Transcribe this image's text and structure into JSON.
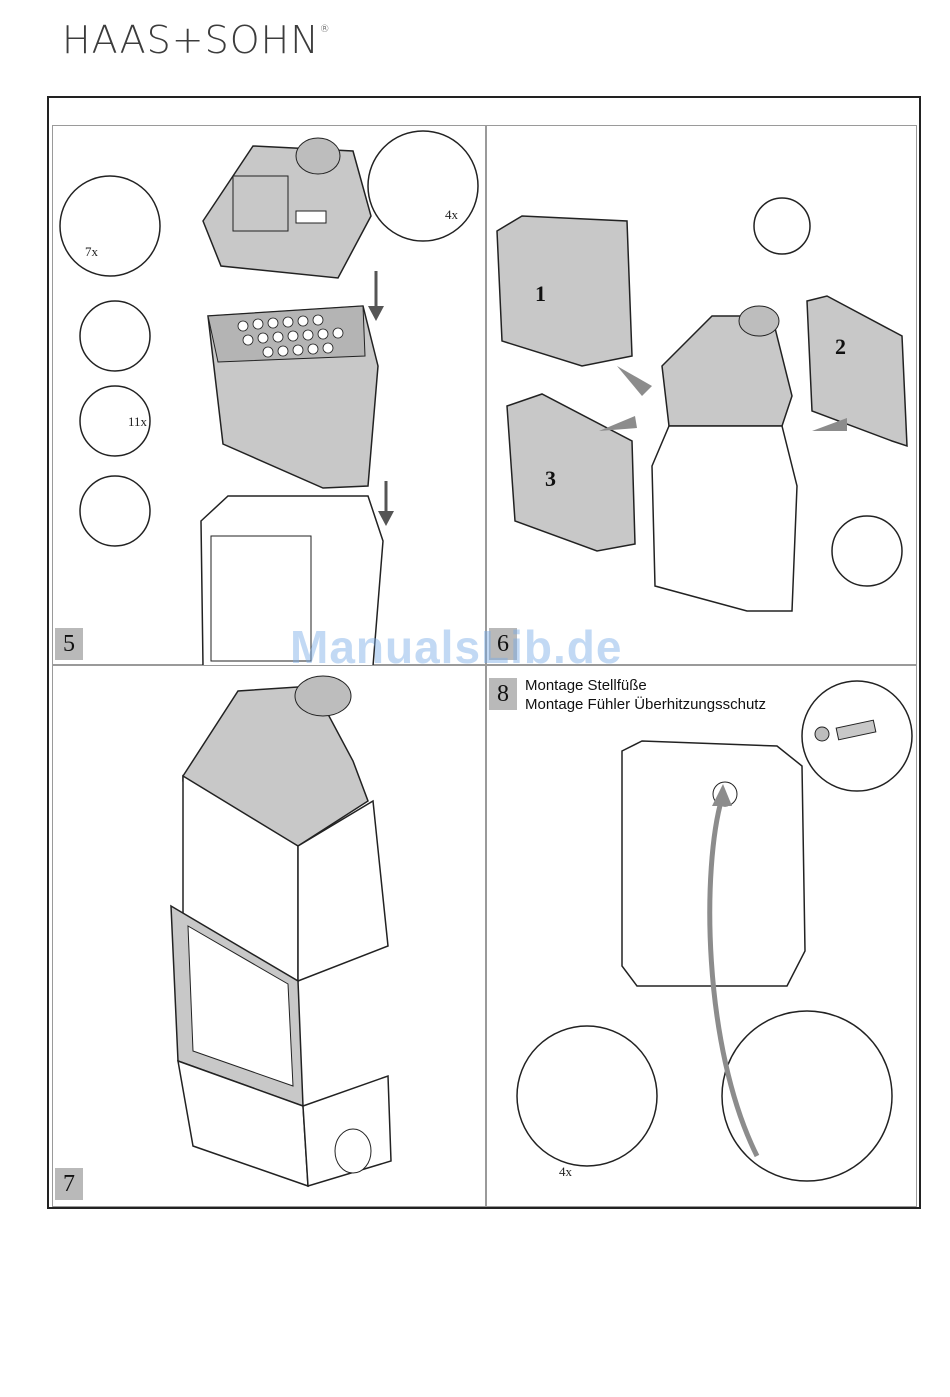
{
  "header": {
    "brand": "HAAS+SOHN",
    "registered": "®"
  },
  "panels": [
    {
      "number": "5",
      "callouts": [
        "7x",
        "11x",
        "4x"
      ]
    },
    {
      "number": "6",
      "parts": [
        "1",
        "2",
        "3"
      ]
    },
    {
      "number": "7"
    },
    {
      "number": "8",
      "caption_line1": "Montage Stellfüße",
      "caption_line2": "Montage Fühler Überhitzungsschutz",
      "callouts": [
        "4x"
      ]
    }
  ],
  "watermark": "ManualsLib.de",
  "colors": {
    "panel_fill": "#c8c8c8",
    "panel_dark": "#9e9e9e",
    "arrow": "#8c8c8c",
    "number_bg": "#b9b9b9"
  }
}
